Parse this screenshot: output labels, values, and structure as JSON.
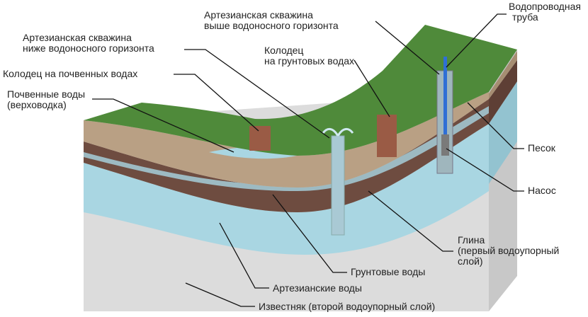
{
  "labels": {
    "artesian_above": [
      "Артезианская скважина",
      "выше водоносного горизонта"
    ],
    "water_pipe": [
      "Водопроводная",
      "труба"
    ],
    "artesian_below": [
      "Артезианская скважина",
      "ниже водоносного горизонта"
    ],
    "well_ground": [
      "Колодец",
      "на грунтовых водах"
    ],
    "well_soil": "Колодец на почвенных водах",
    "soil_water": [
      "Почвенные воды",
      "(верховодка)"
    ],
    "sand": "Песок",
    "pump": "Насос",
    "clay": [
      "Глина",
      "(первый водоупорный",
      "слой)"
    ],
    "ground_water": "Грунтовые воды",
    "artesian_water": "Артезианские воды",
    "limestone": "Известняк (второй водоупорный слой)"
  },
  "colors": {
    "grass": "#4f8a3a",
    "sand": "#b9a084",
    "clay": "#6e4c40",
    "water": "#a9d6e2",
    "limestone": "#dcdcdc",
    "pipe": "#2f6fd6"
  }
}
